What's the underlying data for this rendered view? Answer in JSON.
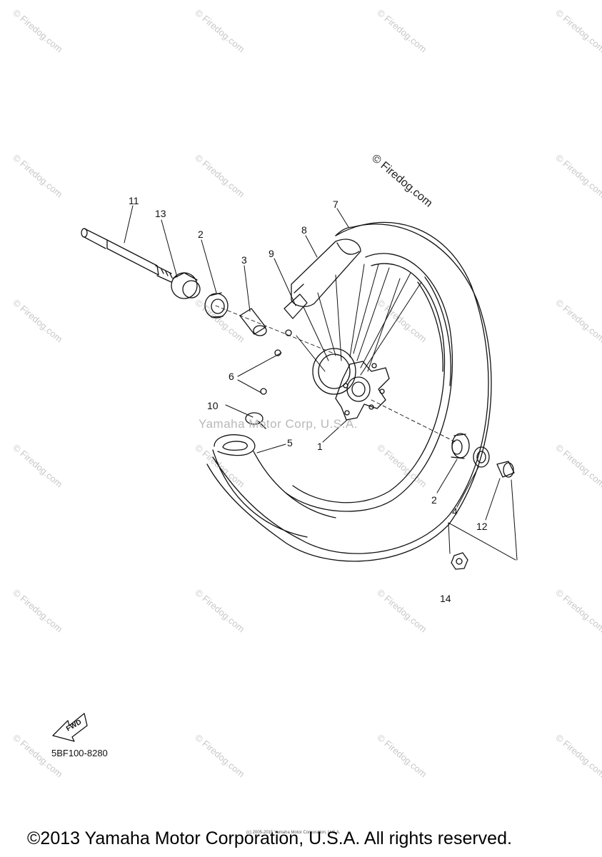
{
  "watermark_text": "© Firedog.com",
  "site_mark": "© Firedog.com",
  "center_watermark": "Yamaha Motor Corp, U.S.A.",
  "fwd_label": "FWD",
  "diagram_code": "5BF100-8280",
  "tiny_notice": "(c) 2005-2015 Yamaha Motor Corporation, U.S.A.",
  "copyright": "©2013 Yamaha Motor Corporation, U.S.A. All rights reserved.",
  "callouts": {
    "c1": "1",
    "c2a": "2",
    "c2b": "2",
    "c3": "3",
    "c4": "4",
    "c5": "5",
    "c6": "6",
    "c7": "7",
    "c8": "8",
    "c9": "9",
    "c10": "10",
    "c11": "11",
    "c12": "12",
    "c13": "13",
    "c14": "14"
  }
}
